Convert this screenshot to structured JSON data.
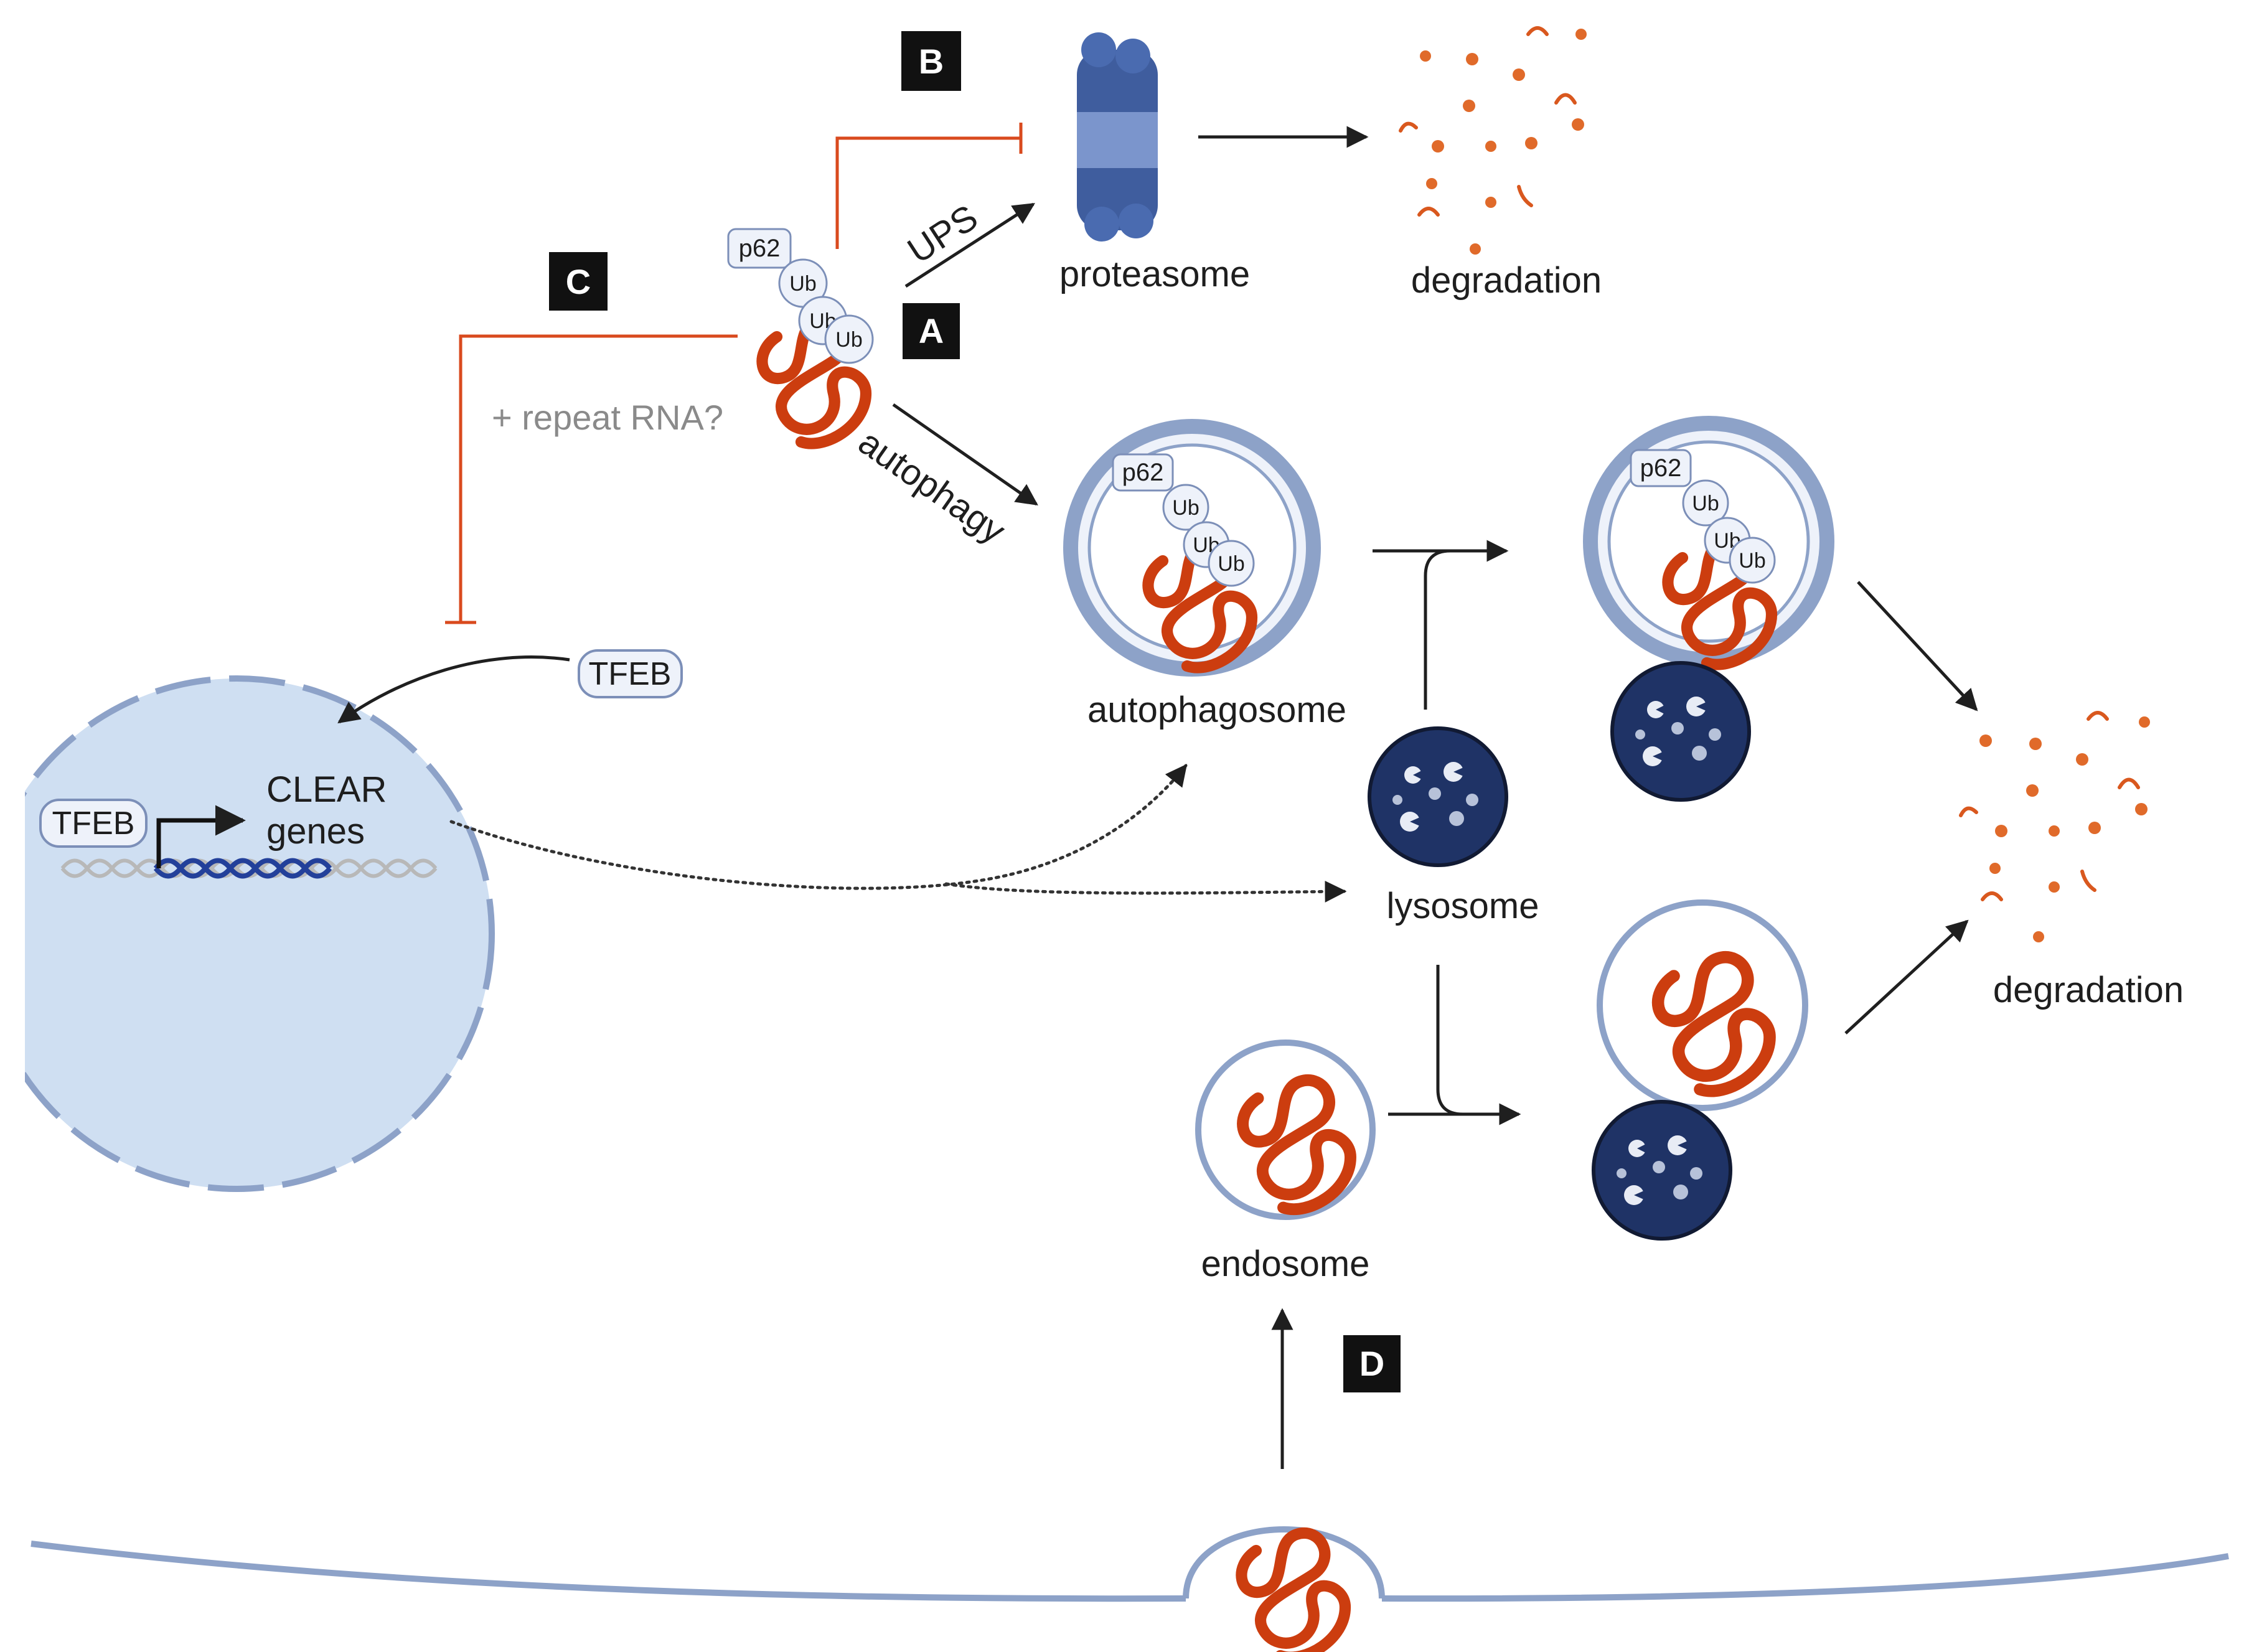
{
  "labels": {
    "ups": "UPS",
    "autophagy": "autophagy",
    "proteasome": "proteasome",
    "degradation_top": "degradation",
    "degradation_right": "degradation",
    "autophagosome": "autophagosome",
    "lysosome": "lysosome",
    "endosome": "endosome",
    "repeat_rna": "+ repeat RNA?",
    "clear_genes_line1": "CLEAR",
    "clear_genes_line2": "genes"
  },
  "boxes": {
    "a": "A",
    "b": "B",
    "c": "C",
    "d": "D"
  },
  "tags": {
    "p62": "p62",
    "ub": "Ub",
    "tfeb": "TFEB"
  },
  "colors": {
    "protein": "#cc3d0f",
    "inhibition": "#d94a1e",
    "nucleus_fill": "#cfdff2",
    "membrane": "#8da2c8",
    "lysosome": "#1f3366",
    "proteasome": "#3f5d9e"
  }
}
